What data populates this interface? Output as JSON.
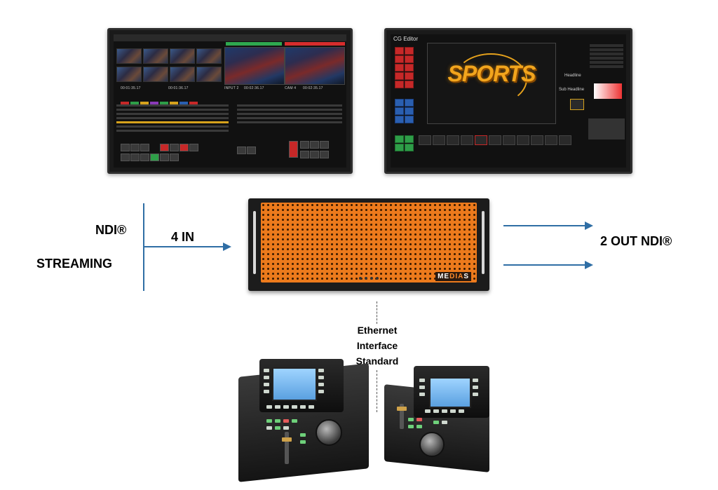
{
  "labels": {
    "input_source_line1": "NDI®",
    "input_source_line2": "STREAMING",
    "input_count": "4 IN",
    "output": "2 OUT NDI®",
    "ethernet_line1": "Ethernet",
    "ethernet_line2": "Interface",
    "ethernet_line3": "Standard"
  },
  "cg_editor": {
    "title": "CG Editor",
    "canvas_text": "SPORTS",
    "headline": "Headline",
    "sub_headline": "Sub Headline"
  },
  "replay_screen": {
    "timecodes": [
      "00:01:35.17",
      "00:01:36.17",
      "00:02:36.17",
      "00:02:35.17"
    ],
    "input_label": "INPUT 2",
    "cam_label": "CAM 4"
  },
  "device": {
    "brand_prefix": "ME",
    "brand_mid": "DIA",
    "brand_suffix": "S"
  },
  "colors": {
    "arrow": "#2f6ea5",
    "device_orange": "#ec7a1c",
    "accent_red": "#c62828",
    "accent_green": "#2e9e48"
  }
}
